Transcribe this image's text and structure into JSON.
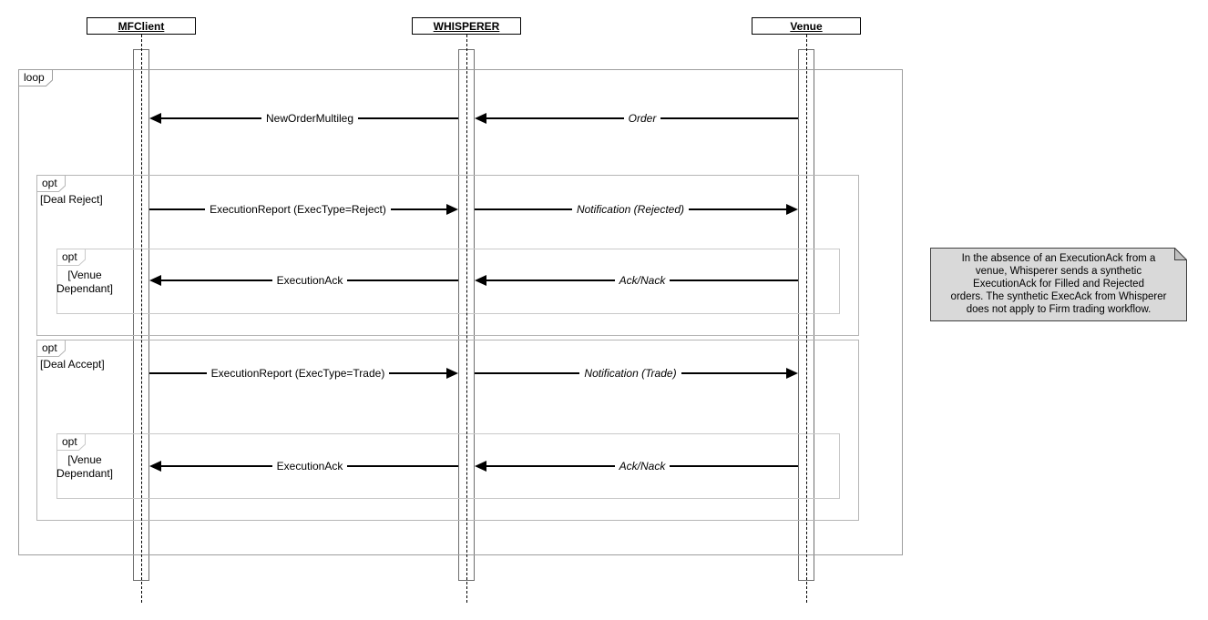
{
  "diagram": {
    "actors": [
      {
        "name": "MFClient"
      },
      {
        "name": "WHISPERER"
      },
      {
        "name": "Venue"
      }
    ],
    "frames": {
      "loop": {
        "label": "loop"
      },
      "deal_reject": {
        "label": "opt",
        "guard": "[Deal Reject]"
      },
      "venue_dependant_1": {
        "label": "opt",
        "guard": "[Venue\nDependant]"
      },
      "deal_accept": {
        "label": "opt",
        "guard": "[Deal Accept]"
      },
      "venue_dependant_2": {
        "label": "opt",
        "guard": "[Venue\nDependant]"
      }
    },
    "messages": [
      {
        "label": "NewOrderMultileg",
        "from": "WHISPERER",
        "to": "MFClient",
        "style": "plain"
      },
      {
        "label": "Order",
        "from": "Venue",
        "to": "WHISPERER",
        "style": "italic"
      },
      {
        "label": "ExecutionReport (ExecType=Reject)",
        "from": "MFClient",
        "to": "WHISPERER",
        "style": "plain"
      },
      {
        "label": "Notification (Rejected)",
        "from": "WHISPERER",
        "to": "Venue",
        "style": "italic"
      },
      {
        "label": "ExecutionAck",
        "from": "WHISPERER",
        "to": "MFClient",
        "style": "plain"
      },
      {
        "label": "Ack/Nack",
        "from": "Venue",
        "to": "WHISPERER",
        "style": "italic"
      },
      {
        "label": "ExecutionReport (ExecType=Trade)",
        "from": "MFClient",
        "to": "WHISPERER",
        "style": "plain"
      },
      {
        "label": "Notification (Trade)",
        "from": "WHISPERER",
        "to": "Venue",
        "style": "italic"
      },
      {
        "label": "ExecutionAck",
        "from": "WHISPERER",
        "to": "MFClient",
        "style": "plain"
      },
      {
        "label": "Ack/Nack",
        "from": "Venue",
        "to": "WHISPERER",
        "style": "italic"
      }
    ],
    "note": {
      "lines": [
        "In the absence of an ExecutionAck from a",
        "venue, Whisperer sends a synthetic",
        "ExecutionAck for Filled and Rejected",
        "orders. The synthetic ExecAck from Whisperer",
        "does not apply to Firm trading workflow."
      ]
    },
    "colors": {
      "background": "#ffffff",
      "message_line": "#000000",
      "actor_border": "#000000",
      "loop_frame_border": "#9e9e9e",
      "opt_frame_border": "#b5b5b5",
      "inner_opt_frame_border": "#c9c9c9",
      "activation_border": "#6e6e6e",
      "note_fill": "#d9d9d9",
      "note_fold_fill": "#c0c0c0",
      "note_border": "#404040"
    }
  }
}
